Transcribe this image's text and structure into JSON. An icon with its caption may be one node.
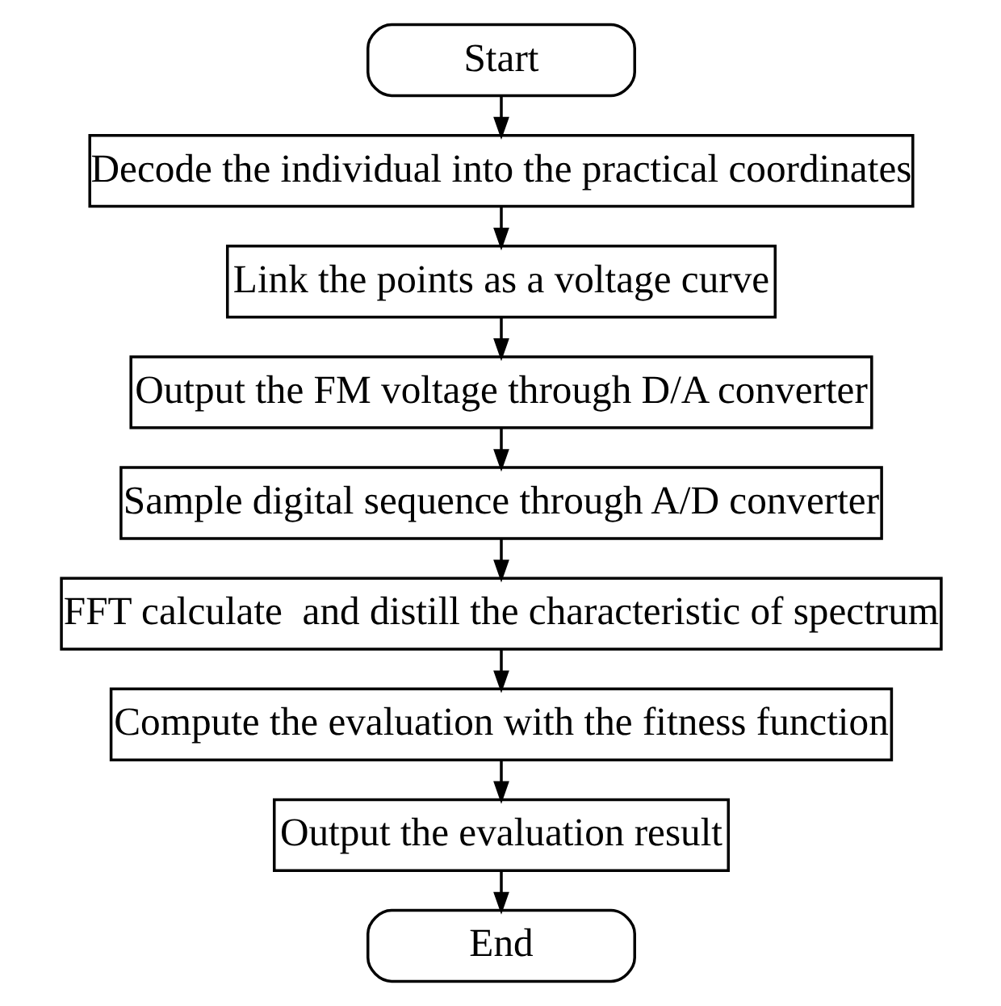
{
  "diagram": {
    "nodes": [
      {
        "text": [
          "Start"
        ]
      },
      {
        "text": [
          "Decode the individual into the practical coordinates"
        ]
      },
      {
        "text": [
          "Link the points as a voltage curve"
        ]
      },
      {
        "text": [
          "Output the FM voltage through D/A converter"
        ]
      },
      {
        "text": [
          "Sample digital sequence through A/D converter"
        ]
      },
      {
        "text": [
          "FFT calculate  and distill the characteristic of spectrum"
        ]
      },
      {
        "text": [
          "Compute the evaluation with the fitness function"
        ]
      },
      {
        "text": [
          "Output the evaluation result"
        ]
      },
      {
        "text": [
          "End"
        ]
      }
    ],
    "edges": [
      {
        "from": 0,
        "to": 1,
        "arrow": "to"
      },
      {
        "from": 1,
        "to": 2,
        "arrow": "to"
      },
      {
        "from": 2,
        "to": 3,
        "arrow": "to"
      },
      {
        "from": 3,
        "to": 4,
        "arrow": "to"
      },
      {
        "from": 4,
        "to": 5,
        "arrow": "to"
      },
      {
        "from": 5,
        "to": 6,
        "arrow": "to"
      },
      {
        "from": 6,
        "to": 7,
        "arrow": "to"
      },
      {
        "from": 7,
        "to": 8,
        "arrow": "to"
      }
    ]
  }
}
